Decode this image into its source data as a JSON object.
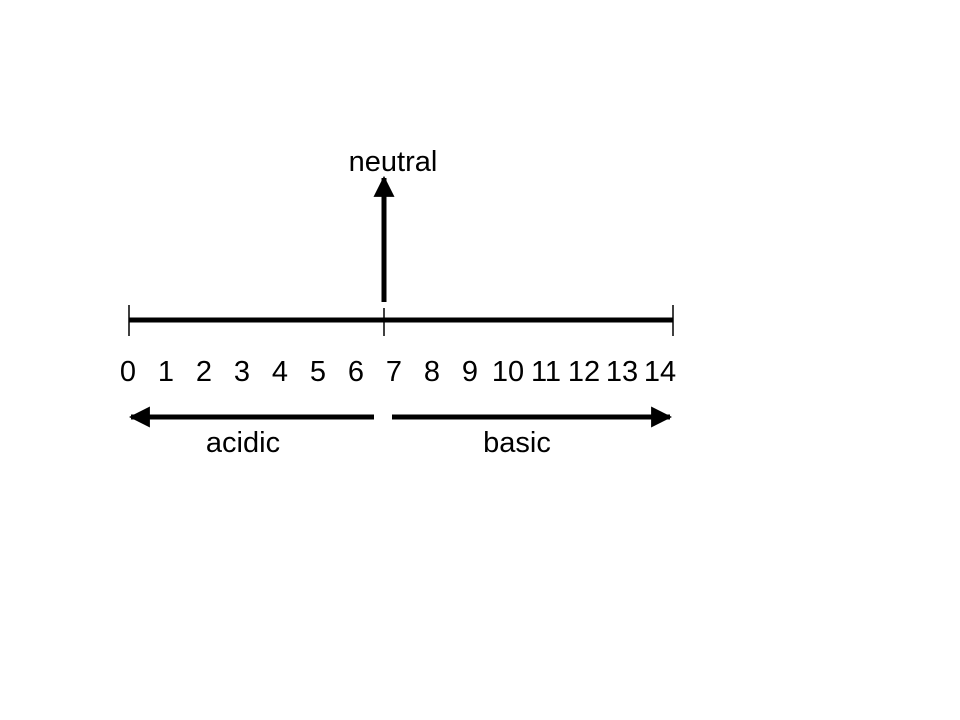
{
  "scale": {
    "min": 0,
    "max": 14,
    "ticks": [
      "0",
      "1",
      "2",
      "3",
      "4",
      "5",
      "6",
      "7",
      "8",
      "9",
      "10",
      "11",
      "12",
      "13",
      "14"
    ]
  },
  "labels": {
    "neutral": "neutral",
    "acidic": "acidic",
    "basic": "basic"
  },
  "colors": {
    "ink": "#000000",
    "background": "#ffffff"
  }
}
